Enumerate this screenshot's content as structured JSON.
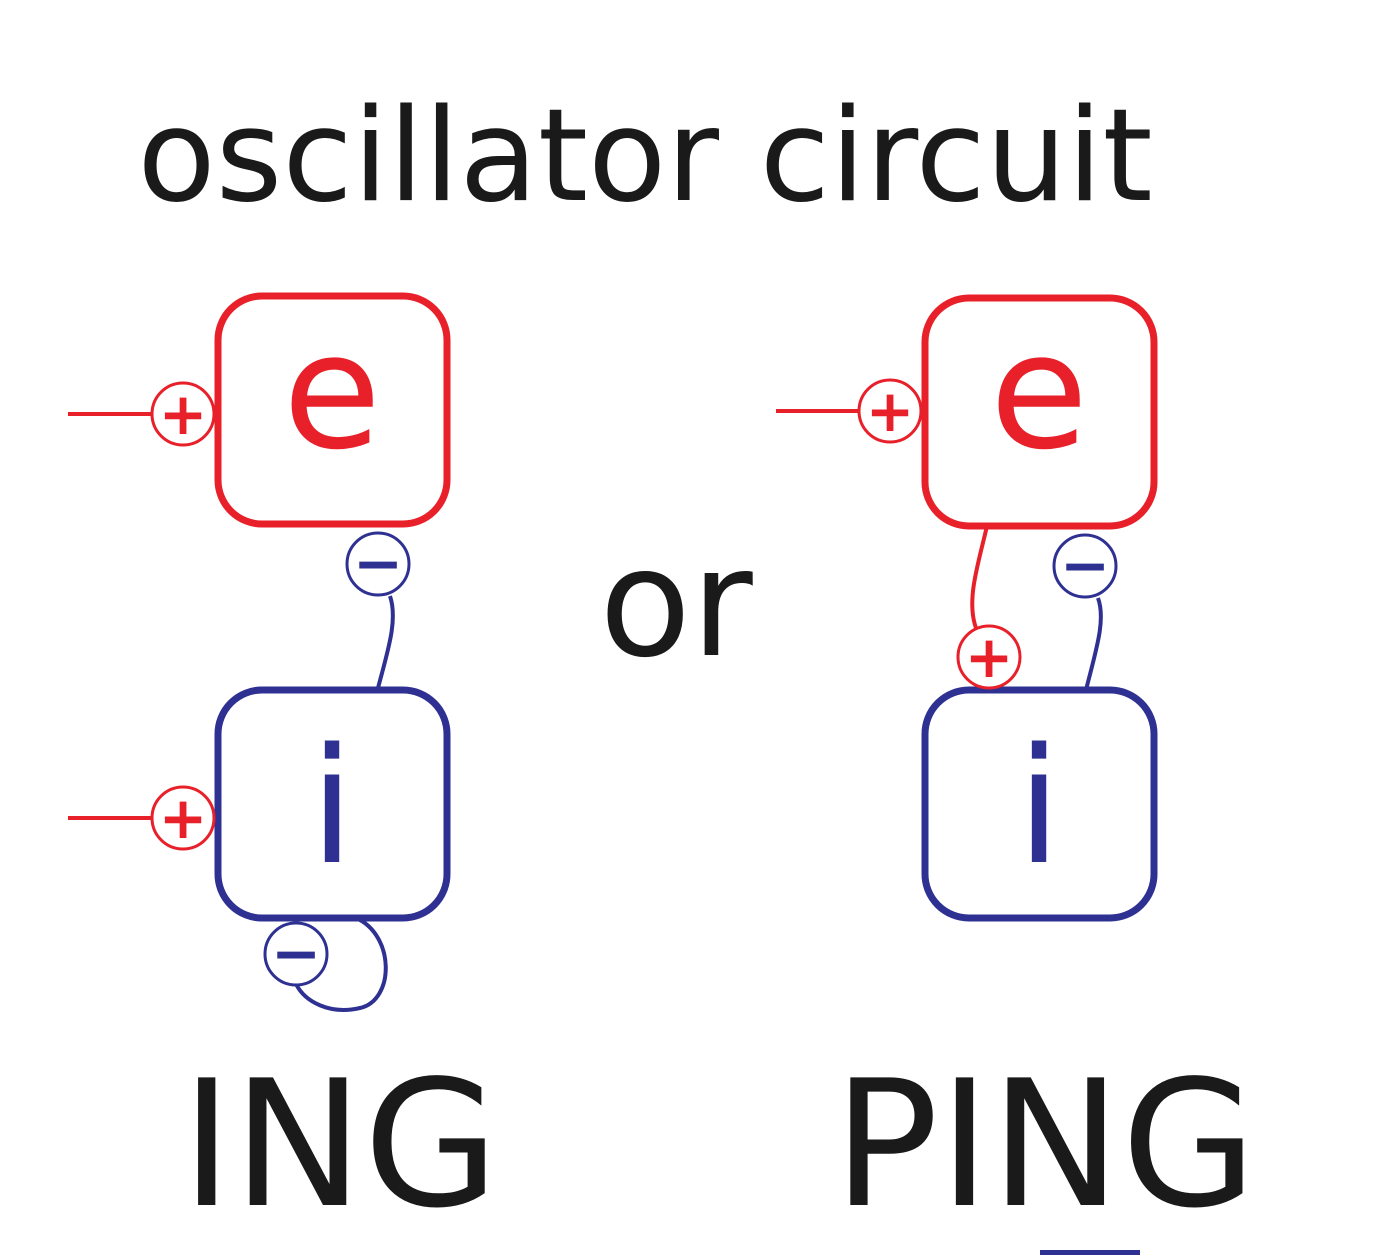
{
  "title": "oscillator circuit",
  "connector": "or",
  "colors": {
    "excitatory": "#e8202a",
    "inhibitory": "#2e3192",
    "text": "#1a1a1a"
  },
  "ing": {
    "label": "ING",
    "e_node": "e",
    "i_node": "i",
    "drive_e_sign": "+",
    "drive_i_sign": "+",
    "i_to_e_sign": "−",
    "i_self_sign": "−"
  },
  "ping": {
    "label": "PING",
    "e_node": "e",
    "i_node": "i",
    "drive_e_sign": "+",
    "e_to_i_sign": "+",
    "i_to_e_sign": "−"
  }
}
